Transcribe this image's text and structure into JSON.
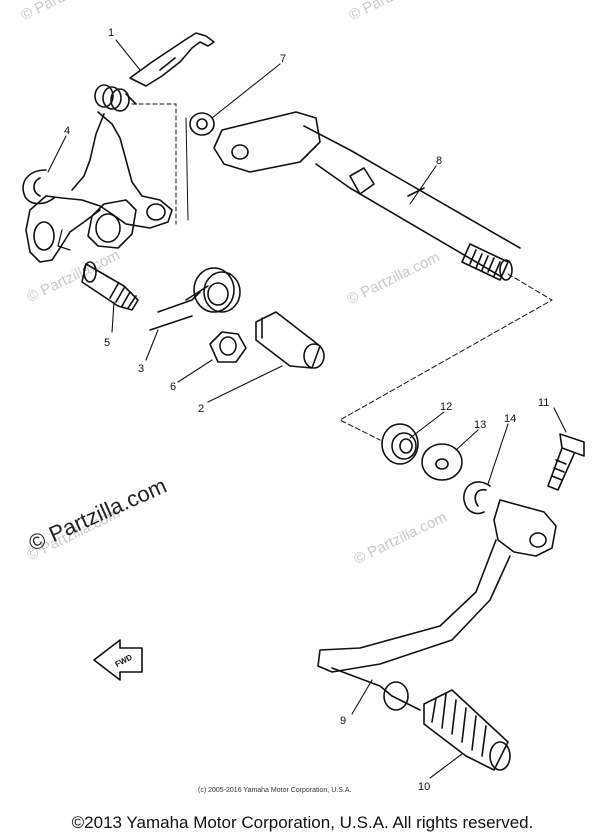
{
  "watermark": {
    "small": "© Partzilla.com",
    "large": "© Partzilla.com"
  },
  "parts": {
    "p1": "1",
    "p2": "2",
    "p3": "3",
    "p4": "4",
    "p5": "5",
    "p6": "6",
    "p7": "7",
    "p8": "8",
    "p9": "9",
    "p10": "10",
    "p11": "11",
    "p12": "12",
    "p13": "13",
    "p14": "14"
  },
  "fwd_label": "FWD",
  "copyright_small": "(c) 2005-2016 Yamaha Motor Corporation, U.S.A.",
  "footer": "©2013 Yamaha Motor Corporation, U.S.A. All rights reserved.",
  "colors": {
    "line": "#111111",
    "watermark": "#c9c9c9"
  }
}
